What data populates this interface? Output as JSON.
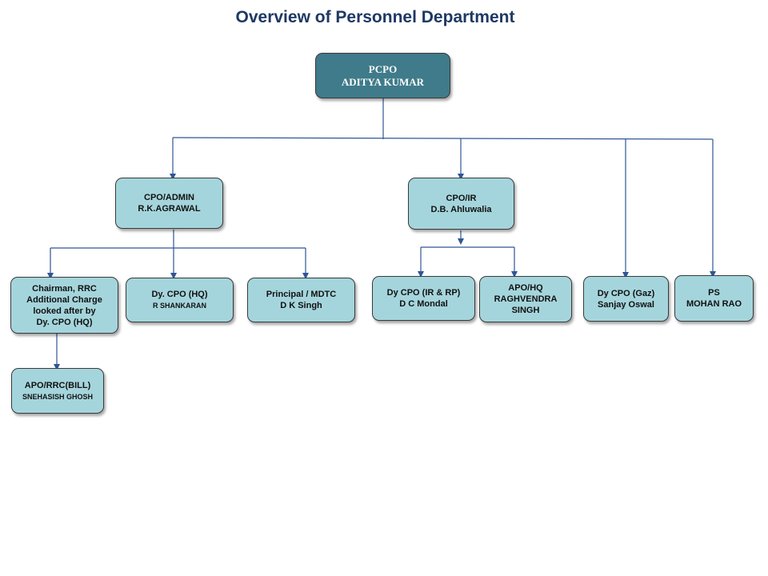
{
  "title": "Overview of Personnel Department",
  "colors": {
    "root_fill": "#3f7b8a",
    "node_fill": "#a5d5dc",
    "title": "#1f3864",
    "connector": "#2f5597"
  },
  "nodes": {
    "pcpo": {
      "role": "PCPO",
      "name": "ADITYA KUMAR"
    },
    "cpo_admin": {
      "role": "CPO/ADMIN",
      "name": "R.K.AGRAWAL"
    },
    "cpo_ir": {
      "role": "CPO/IR",
      "name": "D.B. Ahluwalia"
    },
    "chairman_rrc": {
      "line1": "Chairman, RRC",
      "line2": "Additional Charge",
      "line3": "looked after by",
      "line4": "Dy. CPO (HQ)"
    },
    "dy_cpo_hq": {
      "role": "Dy. CPO (HQ)",
      "name": "R SHANKARAN"
    },
    "principal_mdtc": {
      "role": "Principal / MDTC",
      "name": "D K Singh"
    },
    "dy_cpo_ir_rp": {
      "role": "Dy CPO (IR & RP)",
      "name": "D C Mondal"
    },
    "apo_hq": {
      "role": "APO/HQ",
      "name1": "RAGHVENDRA",
      "name2": "SINGH"
    },
    "dy_cpo_gaz": {
      "role": "Dy CPO (Gaz)",
      "name": "Sanjay Oswal"
    },
    "ps": {
      "role": "PS",
      "name": "MOHAN RAO"
    },
    "apo_rrc_bill": {
      "role": "APO/RRC(BILL)",
      "name": "SNEHASISH GHOSH"
    }
  }
}
